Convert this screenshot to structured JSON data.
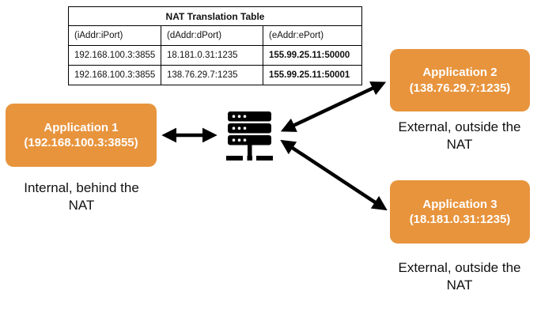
{
  "table": {
    "title": "NAT Translation Table",
    "columns": [
      "(iAddr:iPort)",
      "(dAddr:dPort)",
      "(eAddr:ePort)"
    ],
    "rows": [
      [
        "192.168.100.3:3855",
        "18.181.0.31:1235",
        "155.99.25.11:50000"
      ],
      [
        "192.168.100.3:3855",
        "138.76.29.7:1235",
        "155.99.25.11:50001"
      ]
    ]
  },
  "nodes": {
    "app1": {
      "name": "Application 1",
      "address": "(192.168.100.3:3855)",
      "caption": "Internal, behind the NAT"
    },
    "app2": {
      "name": "Application 2",
      "address": "(138.76.29.7:1235)",
      "caption": "External, outside the NAT"
    },
    "app3": {
      "name": "Application 3",
      "address": "(18.181.0.31:1235)",
      "caption": "External, outside the NAT"
    }
  },
  "router": {
    "icon": "server-icon"
  },
  "colors": {
    "node_fill": "#E8943D",
    "node_text": "#FFFFFF",
    "arrow": "#000000",
    "table_border": "#000000",
    "background": "#FFFFFF"
  }
}
